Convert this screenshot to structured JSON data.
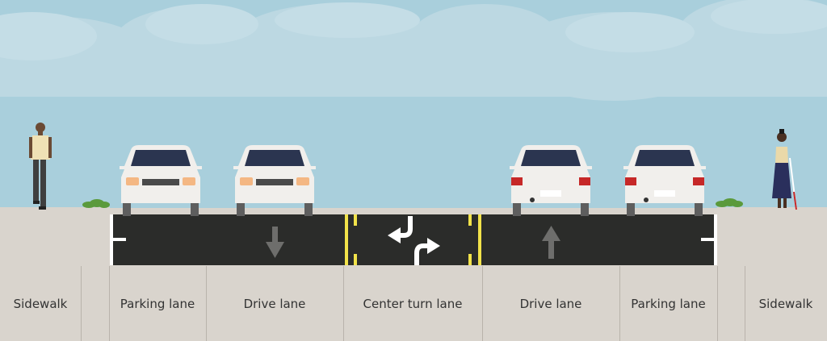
{
  "colors": {
    "sky": "#a9cfdc",
    "cloud": "#c4dde6",
    "asphalt": "#2b2c2a",
    "sidewalk": "#d9d4cd",
    "yellow_line": "#f2e34a",
    "white_line": "#ffffff",
    "car_body": "#f1efec",
    "label_text": "#333333"
  },
  "segments": [
    {
      "label": "Sidewalk",
      "type": "sidewalk"
    },
    {
      "label": "Parking lane",
      "type": "parking-lane",
      "direction": "inbound"
    },
    {
      "label": "Drive lane",
      "type": "drive-lane",
      "direction": "inbound"
    },
    {
      "label": "Center turn lane",
      "type": "center-turn-lane"
    },
    {
      "label": "Drive lane",
      "type": "drive-lane",
      "direction": "outbound"
    },
    {
      "label": "Parking lane",
      "type": "parking-lane",
      "direction": "outbound"
    },
    {
      "label": "Sidewalk",
      "type": "sidewalk"
    }
  ],
  "icons": {
    "down_arrow": "arrow-down-icon",
    "up_arrow": "arrow-up-icon",
    "turn_arrows": "two-way-left-turn-icon"
  }
}
